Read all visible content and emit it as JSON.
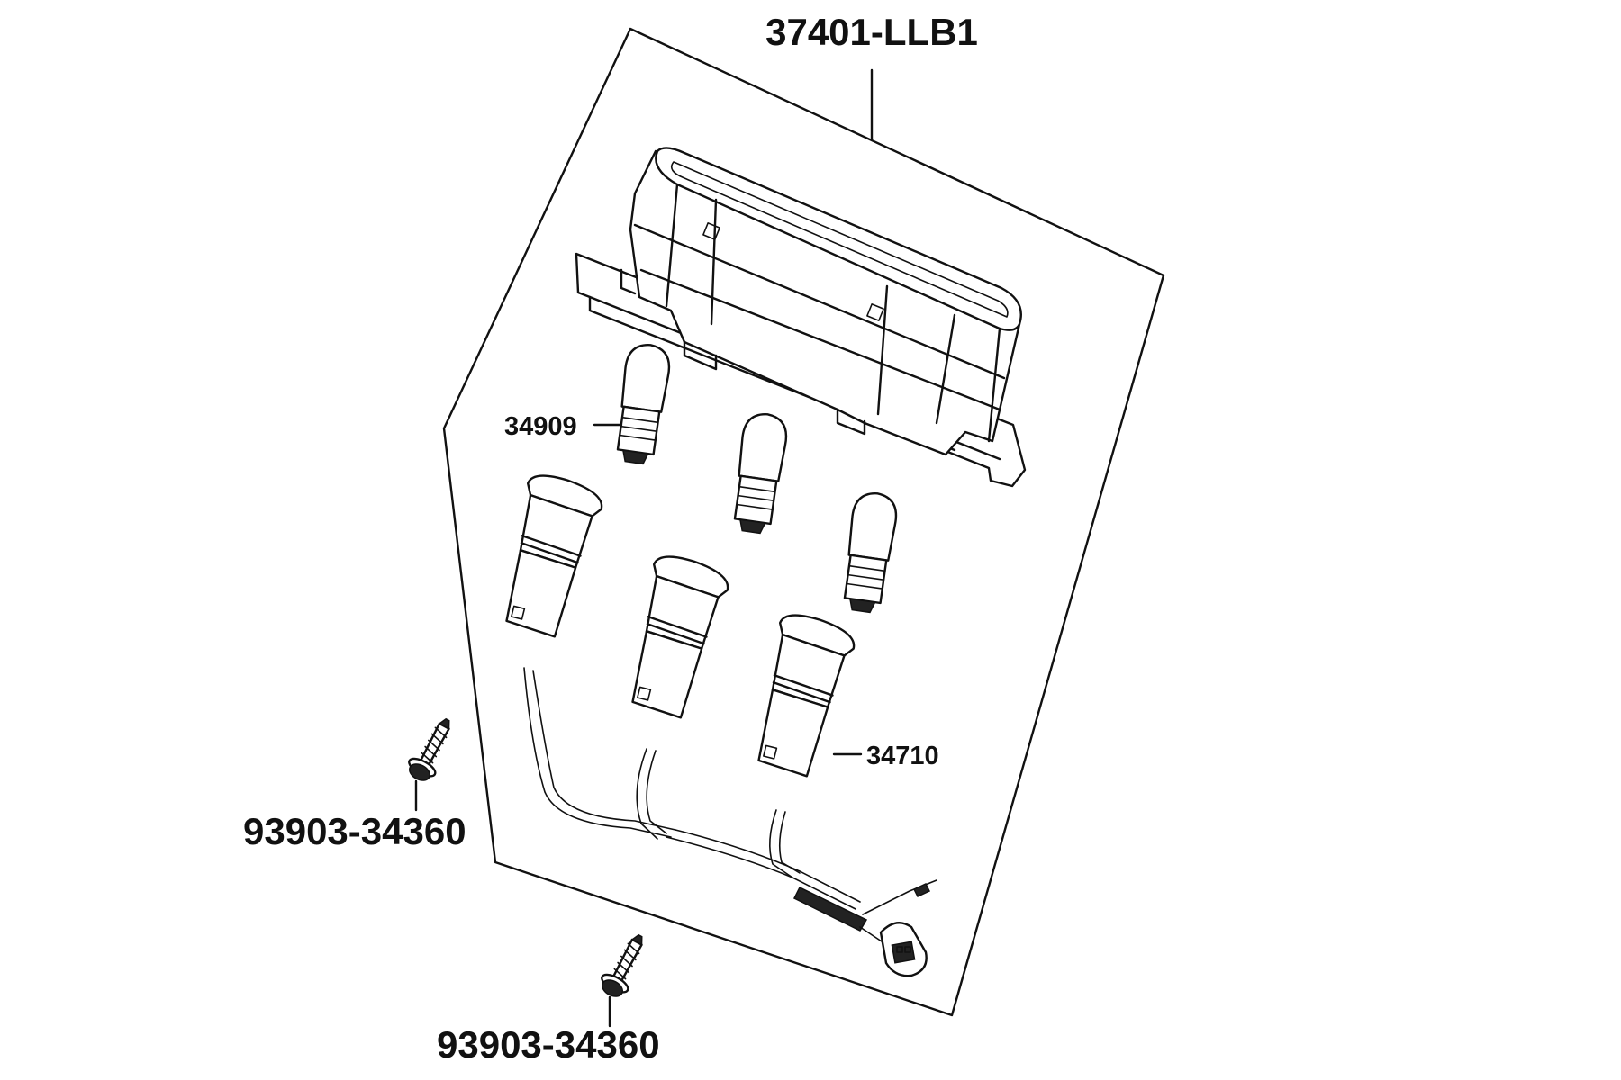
{
  "diagram": {
    "parts": {
      "meter_assembly": "37401-LLB1",
      "bulb": "34909",
      "socket": "34710",
      "screw_left": "93903-34360",
      "screw_bottom": "93903-34360"
    },
    "colors": {
      "line": "#111111",
      "background": "#ffffff"
    }
  }
}
